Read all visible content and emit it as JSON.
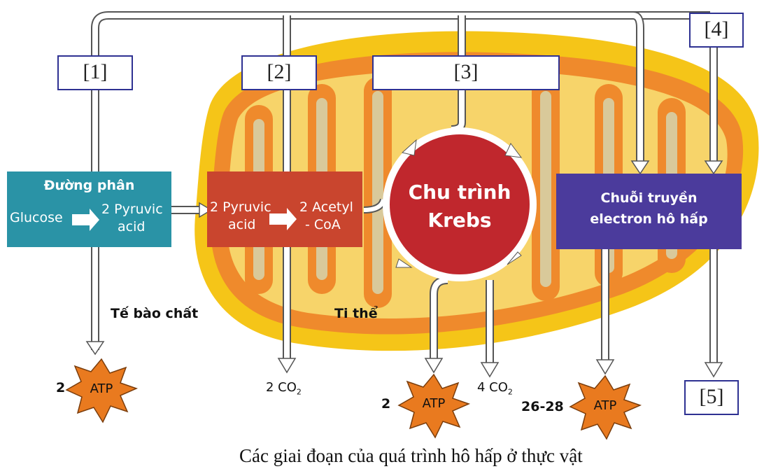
{
  "labels": {
    "box1": "[1]",
    "box2": "[2]",
    "box3": "[3]",
    "box4": "[4]",
    "box5": "[5]"
  },
  "glycolysis": {
    "title": "Đường phân",
    "input": "Glucose",
    "output_line1": "2 Pyruvic",
    "output_line2": "acid"
  },
  "link_reaction": {
    "input_line1": "2 Pyruvic",
    "input_line2": "acid",
    "output_line1": "2 Acetyl",
    "output_line2": "- CoA"
  },
  "krebs": {
    "line1": "Chu trình",
    "line2": "Krebs"
  },
  "etc": {
    "line1": "Chuỗi truyền",
    "line2": "electron hô hấp"
  },
  "regions": {
    "cytoplasm": "Tế bào chất",
    "mitochondria": "Ti thể"
  },
  "products": {
    "atp_label": "ATP",
    "glycolysis_count": "2",
    "krebs_count": "2",
    "etc_count": "26-28",
    "co2_link": "2 CO",
    "co2_krebs": "4 CO",
    "co2_sub": "2"
  },
  "caption": "Các giai đoạn của quá trình hô hấp ở thực vật",
  "colors": {
    "glycolysis": "#2a93a6",
    "link": "#c9452e",
    "krebs": "#c0272d",
    "etc": "#4b3b9c",
    "mito_outer": "#f5c518",
    "mito_inner": "#ef8a2c",
    "atp": "#e97a1f",
    "label_border": "#2e3192"
  }
}
